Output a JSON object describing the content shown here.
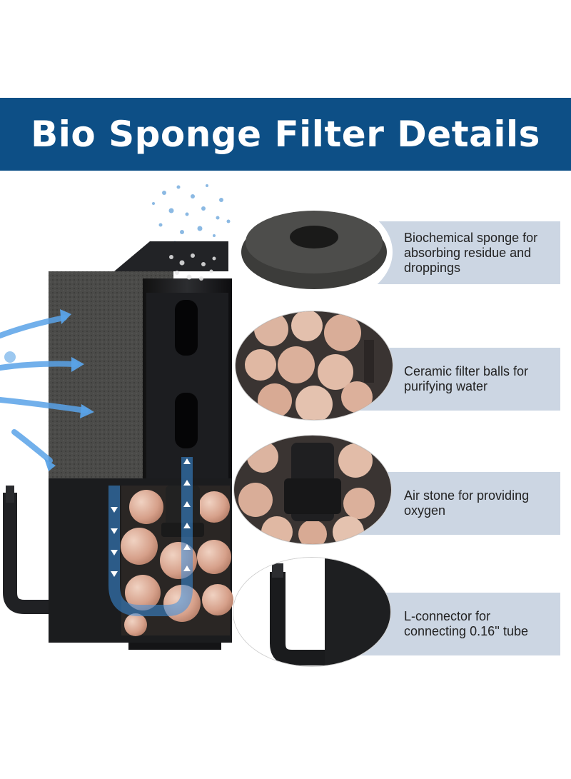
{
  "banner": {
    "title": "Bio Sponge Filter Details",
    "color": "#0d4f86"
  },
  "callouts": [
    {
      "text": "Biochemical sponge for absorbing residue and droppings",
      "icon": "sponge-ring-icon"
    },
    {
      "text": "Ceramic filter balls for purifying water",
      "icon": "ceramic-balls-icon"
    },
    {
      "text": "Air stone for providing oxygen",
      "icon": "air-stone-icon"
    },
    {
      "text": "L-connector for connecting 0.16'' tube",
      "icon": "l-connector-icon"
    }
  ],
  "colors": {
    "callout_bg": "#ccd6e3",
    "sponge": "#4a4a48",
    "filter_body": "#1b1c1e",
    "ceramic": "#d9a790",
    "flow_arrow": "#3b8fe0"
  }
}
